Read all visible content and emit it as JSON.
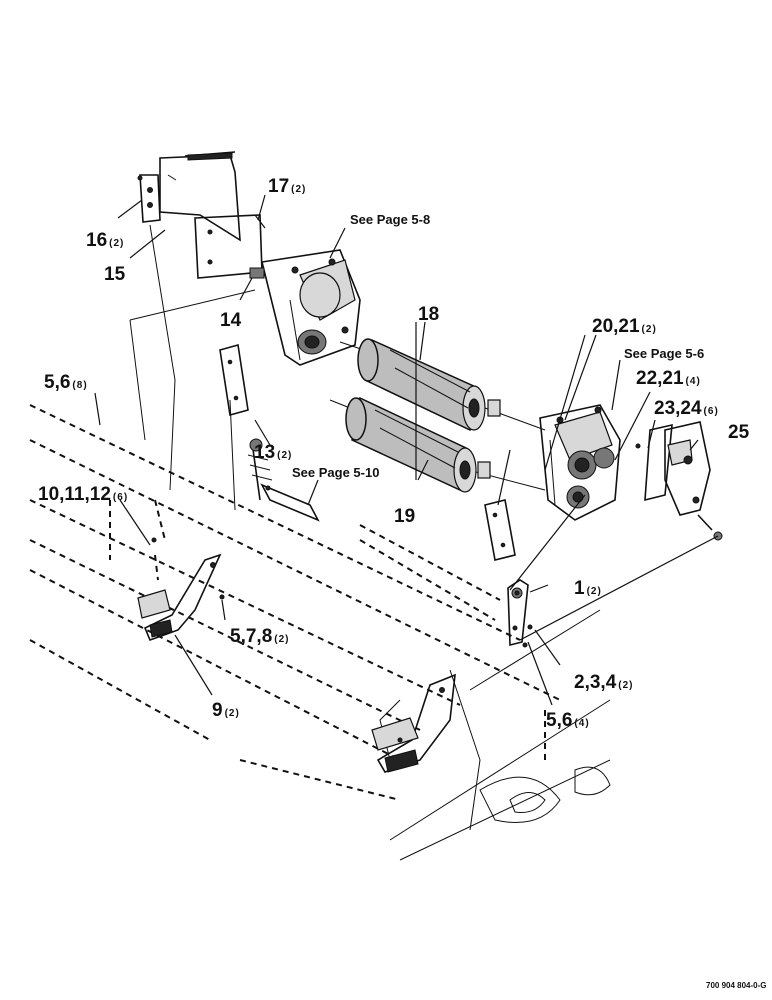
{
  "diagram": {
    "callouts": {
      "c1": {
        "num": "1",
        "qty": "(2)"
      },
      "c2": {
        "num": "2,3,4",
        "qty": "(2)"
      },
      "c5a": {
        "num": "5,6",
        "qty": "(8)"
      },
      "c5b": {
        "num": "5,6",
        "qty": "(4)"
      },
      "c5c": {
        "num": "5,7,8",
        "qty": "(2)"
      },
      "c9": {
        "num": "9",
        "qty": "(2)"
      },
      "c10": {
        "num": "10,11,12",
        "qty": "(6)"
      },
      "c13": {
        "num": "13",
        "qty": "(2)"
      },
      "c14": {
        "num": "14",
        "qty": ""
      },
      "c15": {
        "num": "15",
        "qty": ""
      },
      "c16": {
        "num": "16",
        "qty": "(2)"
      },
      "c17": {
        "num": "17",
        "qty": "(2)"
      },
      "c18": {
        "num": "18",
        "qty": ""
      },
      "c19": {
        "num": "19",
        "qty": ""
      },
      "c20": {
        "num": "20,21",
        "qty": "(2)"
      },
      "c22": {
        "num": "22,21",
        "qty": "(4)"
      },
      "c23": {
        "num": "23,24",
        "qty": "(6)"
      },
      "c25": {
        "num": "25",
        "qty": ""
      }
    },
    "references": {
      "ref_5_8": "See Page 5-8",
      "ref_5_6": "See Page 5-6",
      "ref_5_10": "See Page 5-10"
    },
    "document_id": "700 904 804-0-G"
  }
}
